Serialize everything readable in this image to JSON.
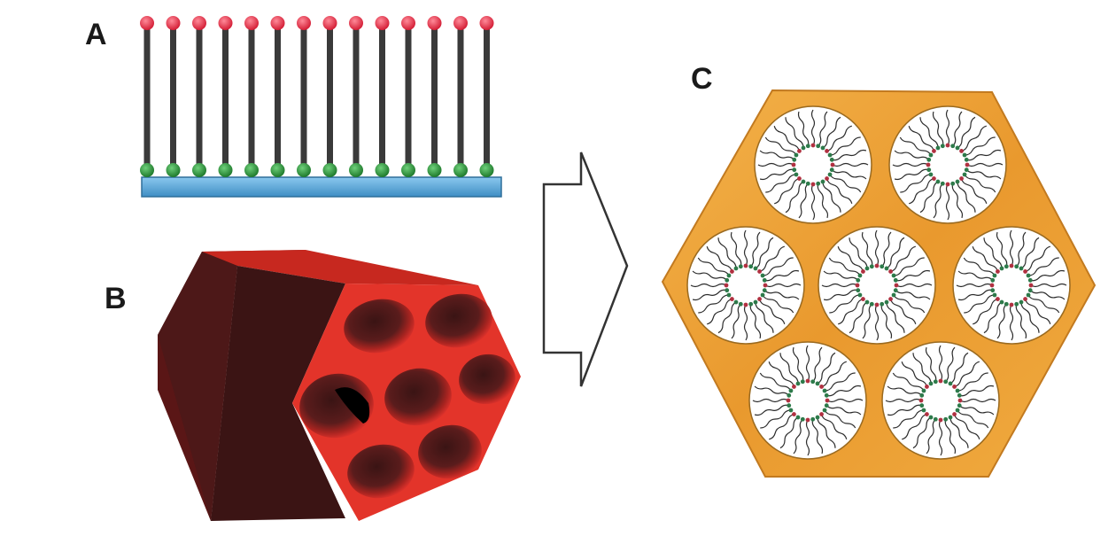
{
  "panels": {
    "a": {
      "label": "A"
    },
    "b": {
      "label": "B"
    },
    "c": {
      "label": "C"
    }
  },
  "colors": {
    "head_red": "#e8324a",
    "tail_green": "#2a9a3a",
    "chain_dark": "#3a3a3a",
    "substrate_blue": "#5aa8d8",
    "tube_red": "#e0302a",
    "tube_dark": "#4a1a1a",
    "matrix_orange": "#eda33c",
    "arrow_stroke": "#333333"
  },
  "panel_a": {
    "molecule_count": 14
  },
  "panel_c": {
    "pore_count": 7,
    "surfactants_per_pore": 24
  }
}
